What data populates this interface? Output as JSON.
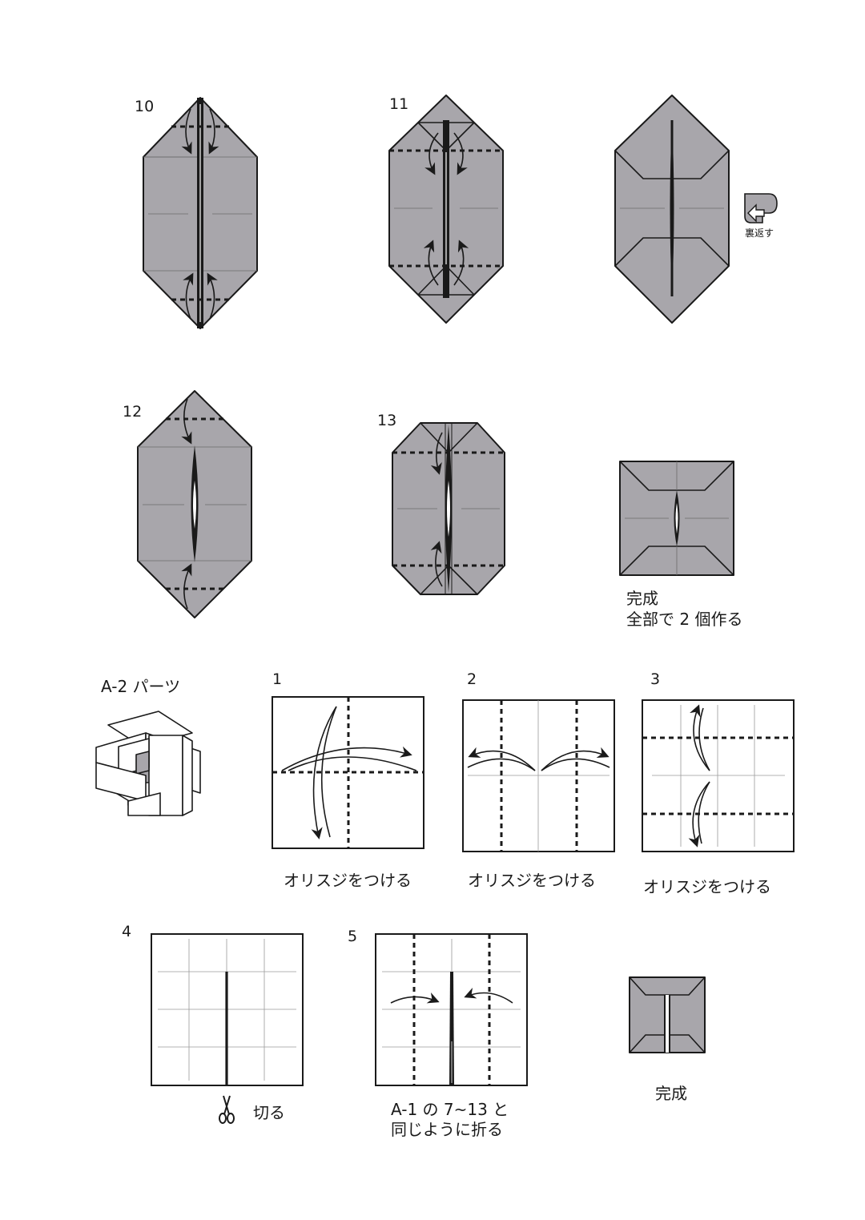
{
  "steps": {
    "s10": "10",
    "s11": "11",
    "s12": "12",
    "s13": "13",
    "b1": "1",
    "b2": "2",
    "b3": "3",
    "b4": "4",
    "b5": "5"
  },
  "labels": {
    "turn_over": "裏返す",
    "complete_a": "完成",
    "make_two": "全部で 2 個作る",
    "part_title": "A-2 パーツ",
    "crease_1": "オリスジをつける",
    "crease_2": "オリスジをつける",
    "crease_3": "オリスジをつける",
    "cut": "切る",
    "same_fold_line1": "A-1 の 7~13 と",
    "same_fold_line2": "同じように折る",
    "complete_b": "完成"
  },
  "icons": {
    "turn_over": "turn-over-icon",
    "scissors": "scissors-icon"
  },
  "colors": {
    "paper_gray": "#a8a6ab",
    "line": "#1a1a1a"
  }
}
